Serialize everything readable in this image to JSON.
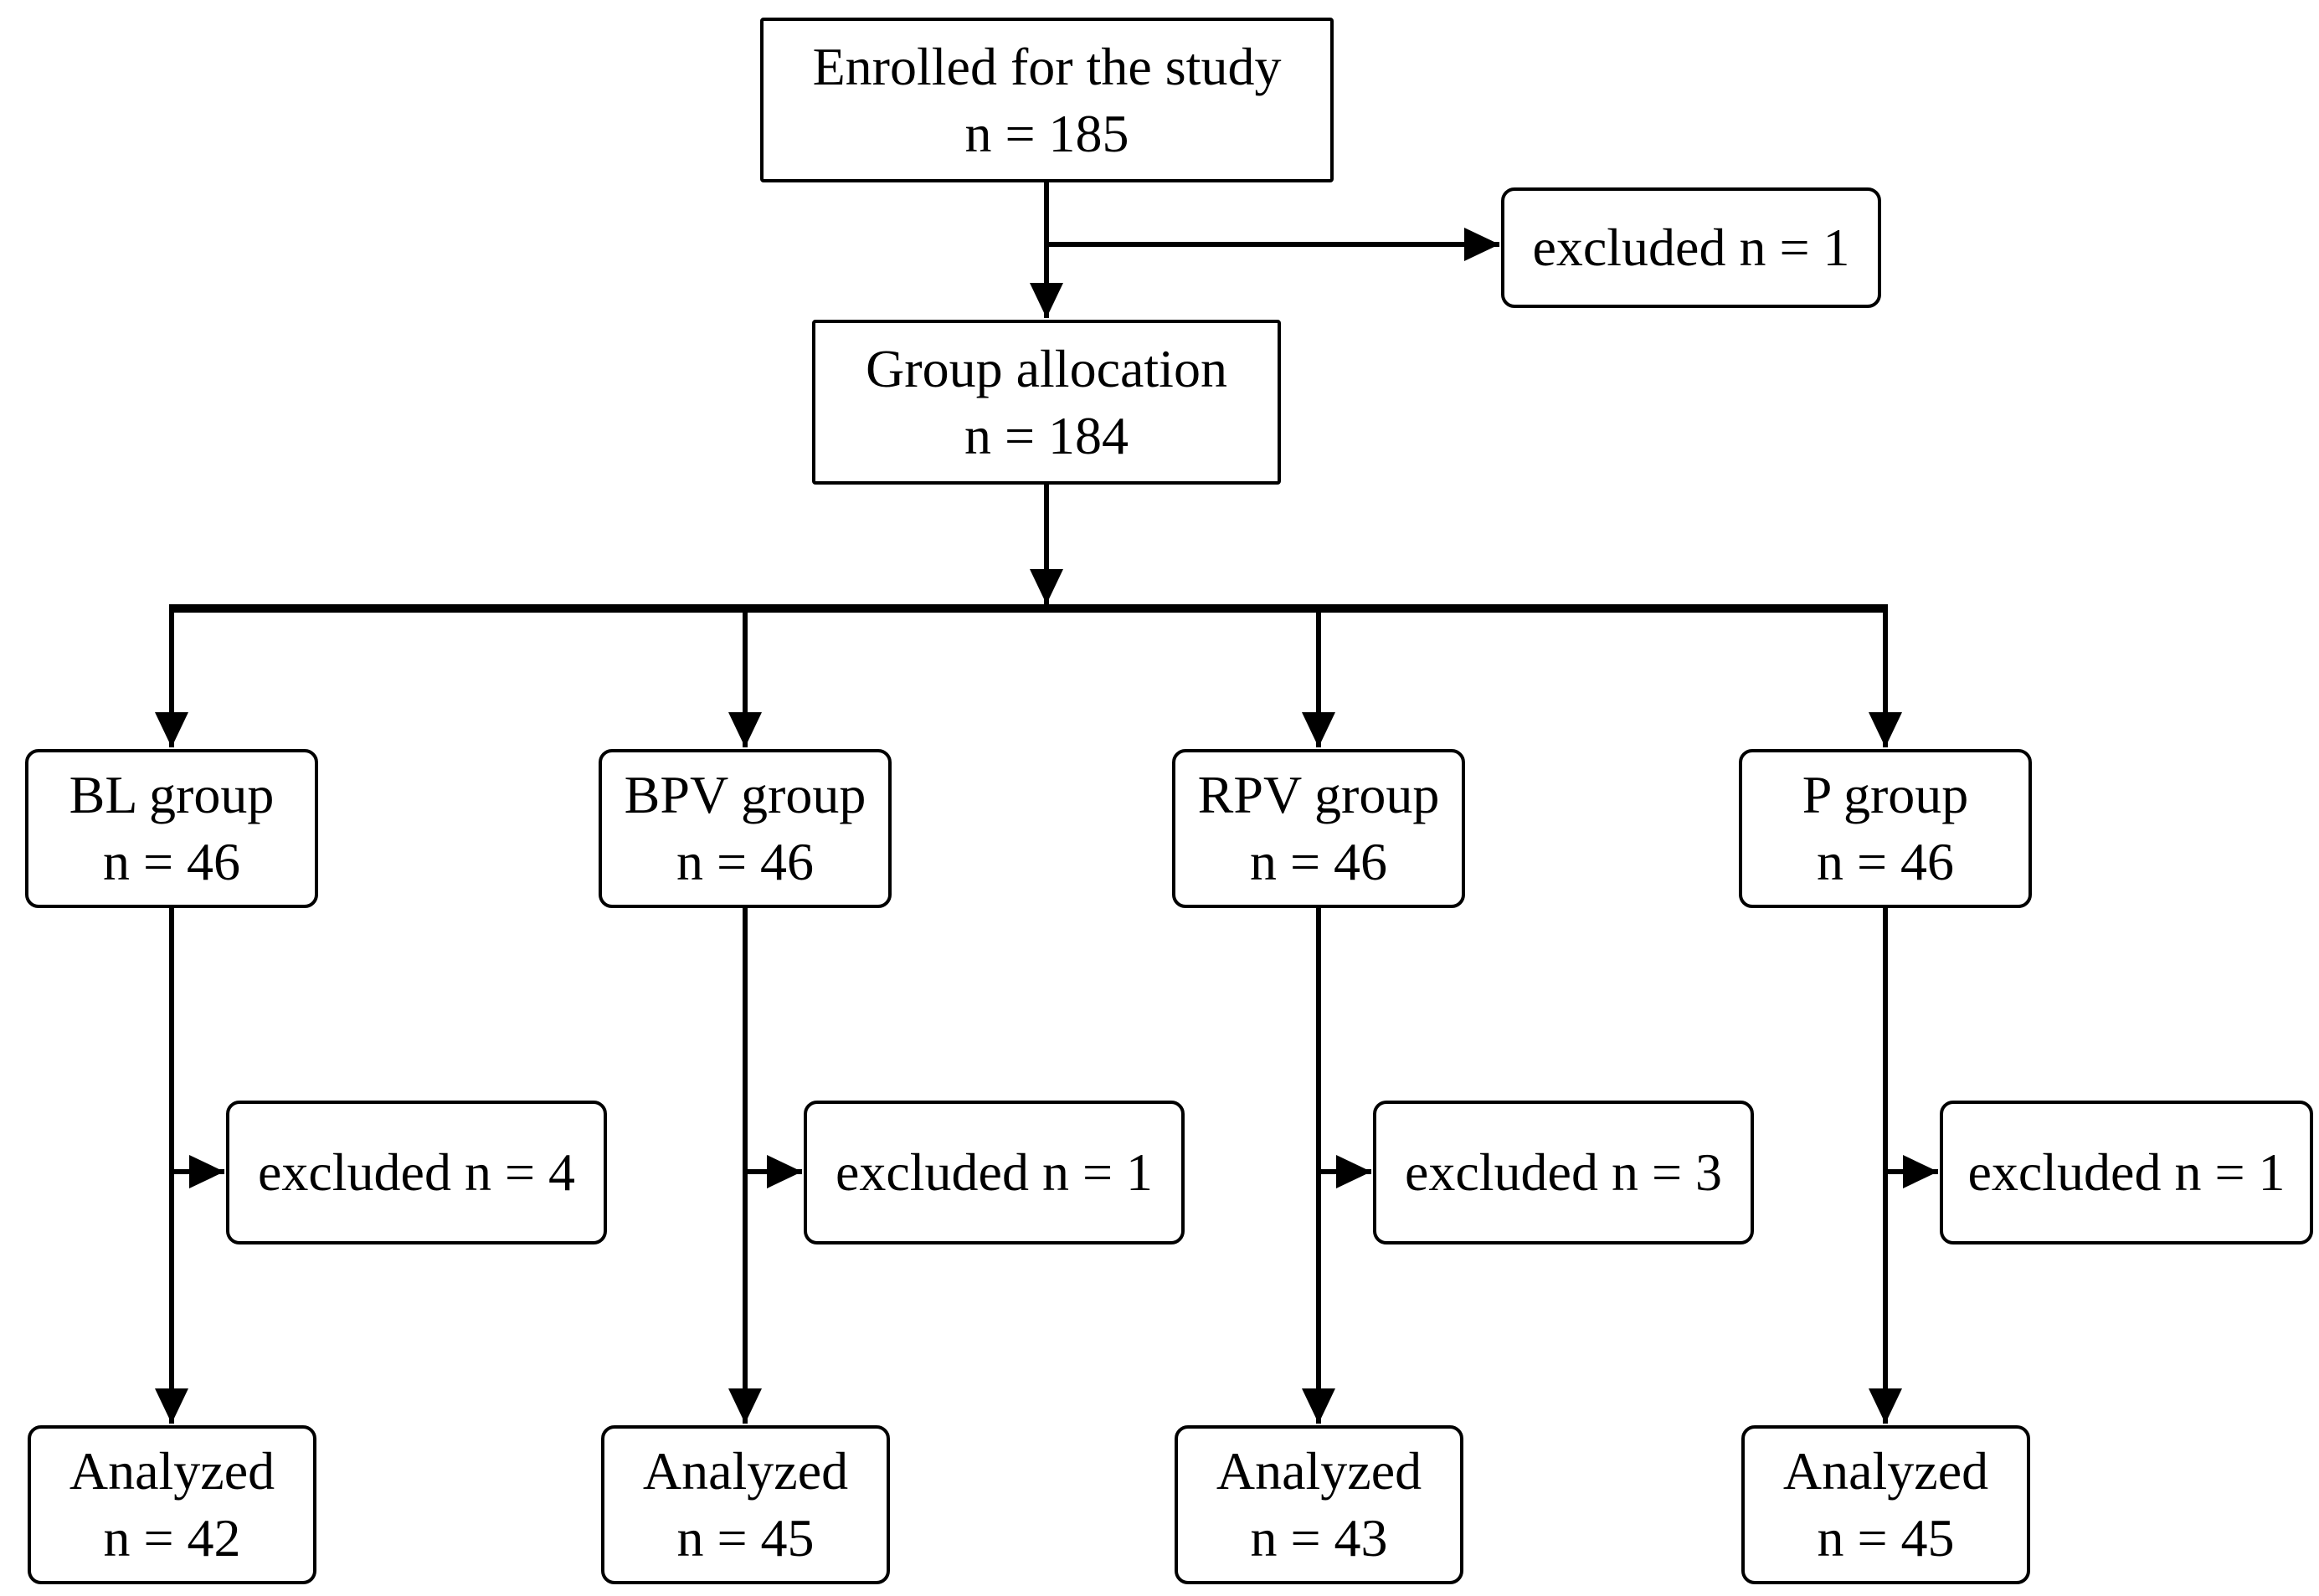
{
  "figure": {
    "type": "study-flow-diagram",
    "colors": {
      "ink": "#000000",
      "background": "#ffffff"
    },
    "nodes": {
      "enrolled": {
        "line1": "Enrolled for the study",
        "line2": "n = 185"
      },
      "excluded_initial": {
        "label": "excluded n = 1"
      },
      "allocation": {
        "line1": "Group allocation",
        "line2": "n = 184"
      },
      "bl_group": {
        "line1": "BL group",
        "line2": "n = 46"
      },
      "bpv_group": {
        "line1": "BPV group",
        "line2": "n = 46"
      },
      "rpv_group": {
        "line1": "RPV group",
        "line2": "n = 46"
      },
      "p_group": {
        "line1": "P group",
        "line2": "n = 46"
      },
      "bl_excluded": {
        "label": "excluded n = 4"
      },
      "bpv_excluded": {
        "label": "excluded n = 1"
      },
      "rpv_excluded": {
        "label": "excluded n = 3"
      },
      "p_excluded": {
        "label": "excluded n = 1"
      },
      "bl_analyzed": {
        "line1": "Analyzed",
        "line2": "n = 42"
      },
      "bpv_analyzed": {
        "line1": "Analyzed",
        "line2": "n = 45"
      },
      "rpv_analyzed": {
        "line1": "Analyzed",
        "line2": "n = 43"
      },
      "p_analyzed": {
        "line1": "Analyzed",
        "line2": "n = 45"
      }
    }
  }
}
